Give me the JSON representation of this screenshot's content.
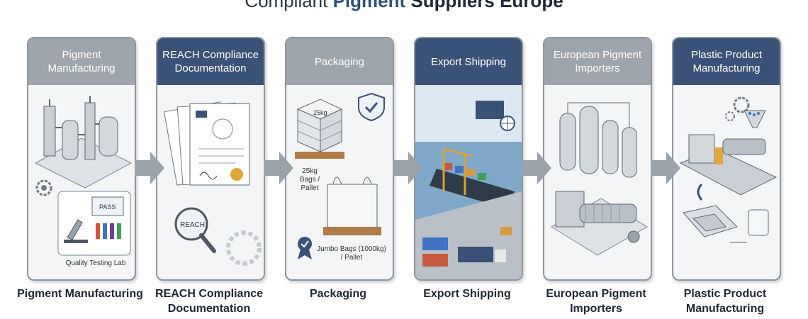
{
  "title": {
    "part1": "Compliant ",
    "part2": "Pigment",
    "part3": " Suppliers Europe"
  },
  "steps": [
    {
      "header": "Pigment Manufacturing",
      "caption": "Pigment Manufacturing",
      "labels": {
        "lab": "Quality Testing Lab",
        "pass": "PASS"
      }
    },
    {
      "header": "REACH Compliance Documentation",
      "caption": "REACH Compliance Documentation",
      "labels": {
        "stamp": "REACH"
      }
    },
    {
      "header": "Packaging",
      "caption": "Packaging",
      "labels": {
        "bag_small": "25kg",
        "bags": "25kg Bags / Pallet",
        "jumbo": "Jumbo Bags (1000kg) / Pallet"
      }
    },
    {
      "header": "Export Shipping",
      "caption": "Export Shipping",
      "labels": {}
    },
    {
      "header": "European Pigment Importers",
      "caption": "European Pigment Importers",
      "labels": {}
    },
    {
      "header": "Plastic Product Manufacturing",
      "caption": "Plastic Product Manufacturing",
      "labels": {}
    }
  ],
  "colors": {
    "header_grey": "#9ea5ac",
    "header_navy": "#3a5277",
    "arrow": "#9aa2aa"
  }
}
